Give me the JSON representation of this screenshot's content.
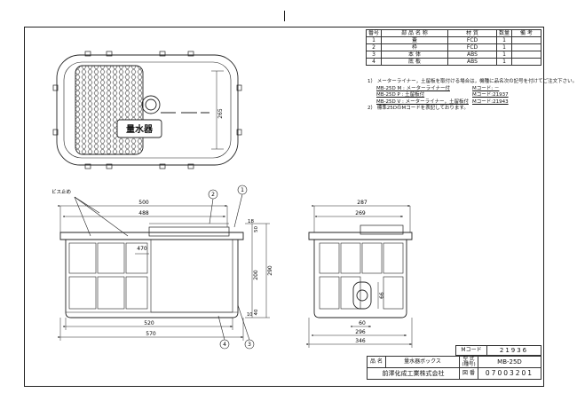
{
  "parts_table": {
    "headers": [
      "番号",
      "部 品 名 称",
      "材 質",
      "数量",
      "備 考"
    ],
    "rows": [
      [
        "1",
        "蓋",
        "FCD",
        "1",
        ""
      ],
      [
        "2",
        "枠",
        "FCD",
        "1",
        ""
      ],
      [
        "3",
        "本 体",
        "ABS",
        "1",
        ""
      ],
      [
        "4",
        "底 板",
        "ABS",
        "1",
        ""
      ]
    ]
  },
  "notes": {
    "n1": "1） メーターライナー，土留板を取付ける場合は，機種に品名次の記号を付けてご注文下さい。",
    "lines": [
      {
        "model": "MB-25D M : メーターライナー付",
        "code": "Mコード: －"
      },
      {
        "model": "MB-25D P : 土留板付",
        "code": "Mコード:21937"
      },
      {
        "model": "MB-25D V : メーターライナー，土留板付",
        "code": "Mコード:21943"
      }
    ],
    "n2": "2） 標準25DのMコードを表記しております。"
  },
  "title_block": {
    "mcode_label": "Mコード",
    "mcode_value": "21936",
    "name_label": "品 名",
    "name_value": "量水器ボックス",
    "type_label": "型 式\n(種号)",
    "type_value": "MB-25D",
    "company": "前澤化成工業株式会社",
    "drawing_label": "図 番",
    "drawing_value": "07003201"
  },
  "drawing": {
    "lid_text": "量水器",
    "callout_1": "1",
    "callout_2": "2",
    "callout_3": "3",
    "callout_4": "4",
    "screw_label": "ビス止め",
    "dims": {
      "plan_265": "265",
      "w500": "500",
      "w488": "488",
      "w470": "470",
      "w520": "520",
      "w570": "570",
      "h18": "18",
      "h50": "50",
      "h200": "200",
      "h290": "290",
      "h40": "40",
      "h10": "10",
      "s287": "287",
      "s269": "269",
      "s66": "66",
      "s60": "60",
      "s296": "296",
      "s346": "346"
    }
  }
}
